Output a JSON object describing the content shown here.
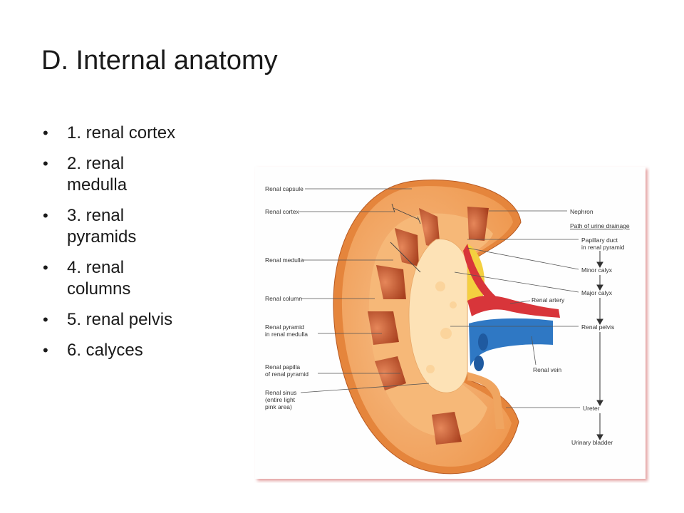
{
  "slide": {
    "title": "D.  Internal anatomy",
    "bullets": [
      {
        "line1": "1.  renal cortex"
      },
      {
        "line1": "2.  renal",
        "line2": "medulla"
      },
      {
        "line1": "3.  renal",
        "line2": "pyramids"
      },
      {
        "line1": "4.  renal",
        "line2": "columns"
      },
      {
        "line1": "5.  renal pelvis"
      },
      {
        "line1": "6.  calyces"
      }
    ]
  },
  "diagram": {
    "left_labels": {
      "capsule": "Renal capsule",
      "cortex": "Renal cortex",
      "medulla": "Renal medulla",
      "column": "Renal column",
      "pyramid_1": "Renal pyramid",
      "pyramid_2": "in renal medulla",
      "papilla_1": "Renal papilla",
      "papilla_2": "of renal pyramid",
      "sinus_1": "Renal sinus",
      "sinus_2": "(entire light",
      "sinus_3": "pink area)"
    },
    "right_labels": {
      "nephron": "Nephron",
      "urine_path": "Path of urine drainage",
      "papillary_1": "Papillary duct",
      "papillary_2": "in renal pyramid",
      "minor": "Minor calyx",
      "major": "Major calyx",
      "artery": "Renal artery",
      "pelvis": "Renal pelvis",
      "vein": "Renal vein",
      "ureter": "Ureter",
      "bladder": "Urinary bladder"
    },
    "colors": {
      "cortex": "#f0a560",
      "capsule": "#e5853c",
      "medulla_band": "#f6b878",
      "pyramid": "#c2562a",
      "sinus": "#fde2b6",
      "artery": "#d8353a",
      "vein": "#2f78c4",
      "background": "#fefefe"
    }
  }
}
